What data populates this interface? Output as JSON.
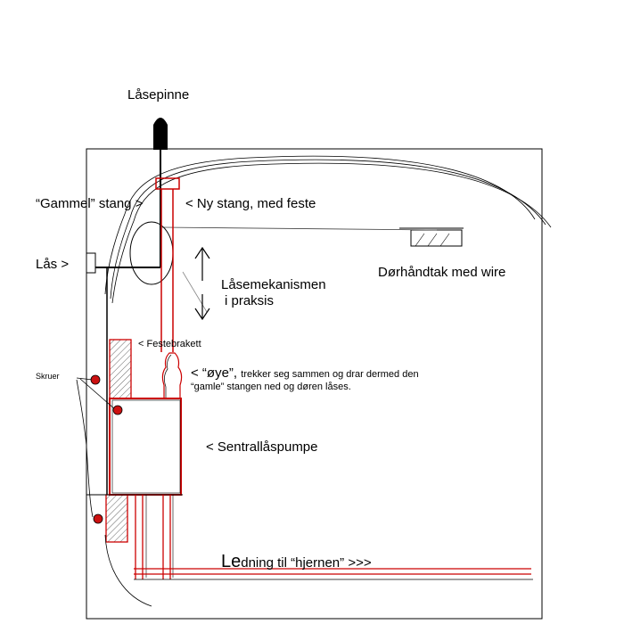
{
  "diagram": {
    "labels": {
      "latch_pin": "Låsepinne",
      "old_rod": "“Gammel” stang >",
      "new_rod": "< Ny stang, med feste",
      "lock": "Lås >",
      "handle": "Dørhåndtak med wire",
      "mechanism_line1": "Låsemekanismen",
      "mechanism_line2": "i praksis",
      "bracket": "< Festebrakett",
      "screws": "Skruer",
      "eye_head": "< “øye”,",
      "eye_rest": "trekker seg sammen og drar dermed den",
      "eye_line2": "“gamle” stangen ned og døren låses.",
      "pump": "< Sentrallåspumpe",
      "wire_first": "Le",
      "wire_rest": "dning til “hjernen” >>>"
    },
    "colors": {
      "stroke": "#000000",
      "accent": "#cc0000",
      "screw": "#cc1111",
      "hatch": "#666666"
    }
  }
}
